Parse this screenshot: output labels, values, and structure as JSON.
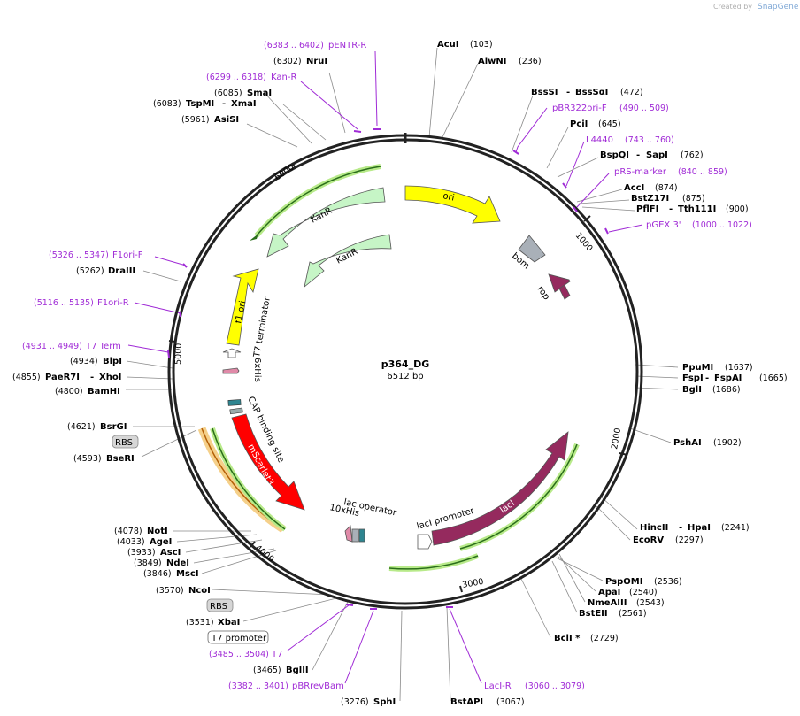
{
  "credit": {
    "prefix": "Created by",
    "brand": "SnapGene"
  },
  "plasmid": {
    "name": "p364_DG",
    "size": "6512 bp",
    "total_bp": 6512
  },
  "ticks": [
    "1000",
    "2000",
    "3000",
    "4000",
    "5000",
    "6000"
  ],
  "enzymes": [
    {
      "name": "AcuI",
      "pos": "(103)"
    },
    {
      "name": "AlwNI",
      "pos": "(236)"
    },
    {
      "name": "BssSI",
      "sep": "-",
      "name2": "BssSαI",
      "pos": "(472)"
    },
    {
      "name": "PciI",
      "pos": "(645)"
    },
    {
      "name": "BspQI",
      "sep": "-",
      "name2": "SapI",
      "pos": "(762)"
    },
    {
      "name": "AccI",
      "pos": "(874)"
    },
    {
      "name": "BstZ17I",
      "pos": "(875)"
    },
    {
      "name": "PflFI",
      "sep": "-",
      "name2": "Tth111I",
      "pos": "(900)"
    },
    {
      "name": "PpuMI",
      "pos": "(1637)"
    },
    {
      "name": "FspI",
      "sep": "-",
      "name2": "FspAI",
      "pos": "(1665)"
    },
    {
      "name": "BglI",
      "pos": "(1686)"
    },
    {
      "name": "PshAI",
      "pos": "(1902)"
    },
    {
      "name": "HincII",
      "sep": "-",
      "name2": "HpaI",
      "pos": "(2241)"
    },
    {
      "name": "EcoRV",
      "pos": "(2297)"
    },
    {
      "name": "PspOMI",
      "pos": "(2536)"
    },
    {
      "name": "ApaI",
      "pos": "(2540)"
    },
    {
      "name": "NmeAIII",
      "pos": "(2543)"
    },
    {
      "name": "BstEII",
      "pos": "(2561)"
    },
    {
      "name": "BclI *",
      "pos": "(2729)"
    },
    {
      "name": "BstAPI",
      "pos": "(3067)"
    },
    {
      "name": "SphI",
      "pos": "(3276)"
    },
    {
      "name": "BglII",
      "pos": "(3465)"
    },
    {
      "name": "XbaI",
      "pos": "(3531)"
    },
    {
      "name": "NcoI",
      "pos": "(3570)"
    },
    {
      "name": "MscI",
      "pos": "(3846)"
    },
    {
      "name": "NdeI",
      "pos": "(3849)"
    },
    {
      "name": "AscI",
      "pos": "(3933)"
    },
    {
      "name": "AgeI",
      "pos": "(4033)"
    },
    {
      "name": "NotI",
      "pos": "(4078)"
    },
    {
      "name": "BseRI",
      "pos": "(4593)"
    },
    {
      "name": "BsrGI",
      "pos": "(4621)"
    },
    {
      "name": "BamHI",
      "pos": "(4800)"
    },
    {
      "name": "PaeR7I",
      "sep": "-",
      "name2": "XhoI",
      "pos": "(4855)"
    },
    {
      "name": "BlpI",
      "pos": "(4934)"
    },
    {
      "name": "DraIII",
      "pos": "(5262)"
    },
    {
      "name": "AsiSI",
      "pos": "(5961)"
    },
    {
      "name": "TspMI",
      "sep": "-",
      "name2": "XmaI",
      "pos": "(6083)"
    },
    {
      "name": "SmaI",
      "pos": "(6085)"
    },
    {
      "name": "NruI",
      "pos": "(6302)"
    }
  ],
  "primers": [
    {
      "name": "pENTR-R",
      "range": "(6383 .. 6402)"
    },
    {
      "name": "Kan-R",
      "range": "(6299 .. 6318)"
    },
    {
      "name": "pBR322ori-F",
      "range": "(490 .. 509)"
    },
    {
      "name": "L4440",
      "range": "(743 .. 760)"
    },
    {
      "name": "pRS-marker",
      "range": "(840 .. 859)"
    },
    {
      "name": "pGEX 3'",
      "range": "(1000 .. 1022)"
    },
    {
      "name": "LacI-R",
      "range": "(3060 .. 3079)"
    },
    {
      "name": "pBRrevBam",
      "range": "(3382 .. 3401)"
    },
    {
      "name": "T7",
      "range": "(3485 .. 3504)"
    },
    {
      "name": "T7 Term",
      "range": "(4931 .. 4949)"
    },
    {
      "name": "F1ori-R",
      "range": "(5116 .. 5135)"
    },
    {
      "name": "F1ori-F",
      "range": "(5326 .. 5347)"
    }
  ],
  "boxes": {
    "rbs1": "RBS",
    "rbs2": "RBS",
    "t7promoter": "T7 promoter"
  },
  "features": {
    "ori": "ori",
    "bom": "bom",
    "rop": "rop",
    "kanr_outer": "KanR",
    "kanr_inner": "KanR",
    "f1ori": "f1 ori",
    "t7term": "T7 terminator",
    "his6": "6xHis",
    "cap": "CAP binding site",
    "mscarlet": "mScarlet3",
    "lacop": "lac operator",
    "his10": "10xHis",
    "laci": "lacI",
    "lacipro": "lacI promoter"
  },
  "colors": {
    "ori": "#ffff00",
    "kanr": "#c6f5c6",
    "f1ori": "#ffff00",
    "laci": "#952a5e",
    "mscarlet": "#ff0000",
    "rop": "#952a5e",
    "bom": "#a9b0b8",
    "primer": "#a02bd6",
    "cap": "#2e8590"
  }
}
